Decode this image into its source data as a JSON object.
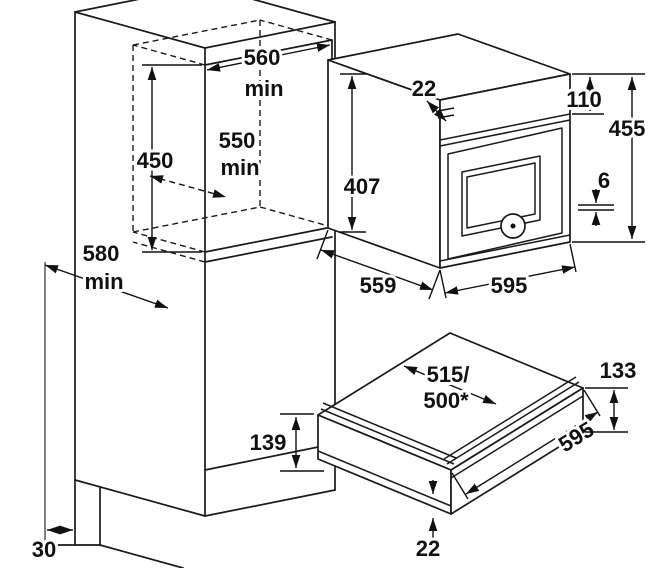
{
  "diagram": {
    "background": "#ffffff",
    "line_color": "#1a1a1a",
    "cabinet": {
      "niche_width": "560",
      "niche_width_unit": "min",
      "niche_depth": "550",
      "niche_depth_unit": "min",
      "niche_height": "450",
      "depth": "580",
      "depth_unit": "min",
      "rear_gap": "30"
    },
    "oven": {
      "top_inset": "22",
      "panel_height": "110",
      "height": "455",
      "gap": "6",
      "body_height": "407",
      "depth": "559",
      "width": "595"
    },
    "drawer": {
      "inner_depth_line1": "515/",
      "inner_depth_line2": "500*",
      "side_height": "133",
      "front_height": "139",
      "width": "595",
      "panel_thickness": "22"
    }
  }
}
